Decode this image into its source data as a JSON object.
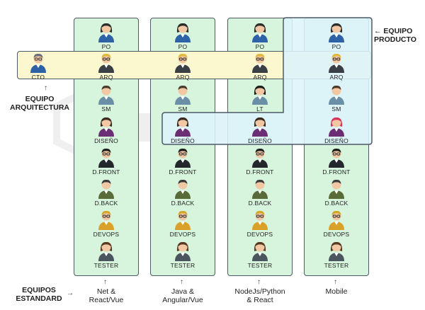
{
  "columns": [
    {
      "label_line1": "Net &",
      "label_line2": "React/Vue"
    },
    {
      "label_line1": "Java &",
      "label_line2": "Angular/Vue"
    },
    {
      "label_line1": "NodeJs/Python",
      "label_line2": "& React"
    },
    {
      "label_line1": "Mobile",
      "label_line2": ""
    }
  ],
  "roles": {
    "col1": [
      "PO",
      "ARQ",
      "SM",
      "DISEÑO",
      "D.FRONT",
      "D.BACK",
      "DEVOPS",
      "TESTER"
    ],
    "col2": [
      "PO",
      "ARQ",
      "SM",
      "DISEÑO",
      "D.FRONT",
      "D.BACK",
      "DEVOPS",
      "TESTER"
    ],
    "col3": [
      "PO",
      "ARQ",
      "LT",
      "DISEÑO",
      "D.FRONT",
      "D.BACK",
      "DEVOPS",
      "TESTER"
    ],
    "col4": [
      "PO",
      "ARQ",
      "SM",
      "DISEÑO",
      "D.FRONT",
      "D.BACK",
      "DEVOPS",
      "TESTER"
    ]
  },
  "cto_label": "CTO",
  "teams": {
    "producto_line1": "EQUIPO",
    "producto_line2": "PRODUCTO",
    "arquitectura_line1": "EQUIPO",
    "arquitectura_line2": "ARQUITECTURA",
    "estandard_line1": "EQUIPOS",
    "estandard_line2": "ESTANDARD"
  },
  "colors": {
    "column_fill": "#d6f5dc",
    "arch_band_fill": "#fbf7cf",
    "product_band_fill": "#ddf4fb",
    "border": "#4c5a66"
  }
}
